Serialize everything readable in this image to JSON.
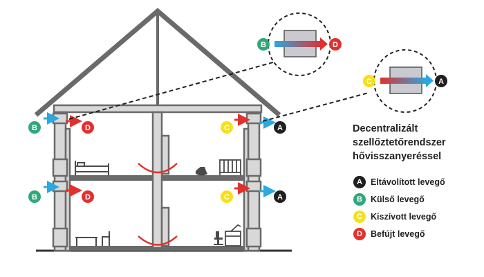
{
  "title_lines": [
    "Decentralizált",
    "szellőztetőrendszer",
    "hővisszanyeréssel"
  ],
  "legend": [
    {
      "letter": "A",
      "label": "Eltávolított levegő",
      "color": "#1f1f1f",
      "text_color": "#ffffff"
    },
    {
      "letter": "B",
      "label": "Külső levegő",
      "color": "#2fa87a",
      "text_color": "#ffffff"
    },
    {
      "letter": "C",
      "label": "Kiszívott levegő",
      "color": "#f6e01a",
      "text_color": "#ffffff"
    },
    {
      "letter": "D",
      "label": "Befújt levegő",
      "color": "#e0312f",
      "text_color": "#ffffff"
    }
  ],
  "colors": {
    "outline": "#6a6a6a",
    "wall_fill": "#d8d8d8",
    "cold_arrow": "#2aa8e0",
    "warm_arrow": "#e0312f",
    "recovery_arc": "#e0312f",
    "dash_line": "#222222"
  }
}
